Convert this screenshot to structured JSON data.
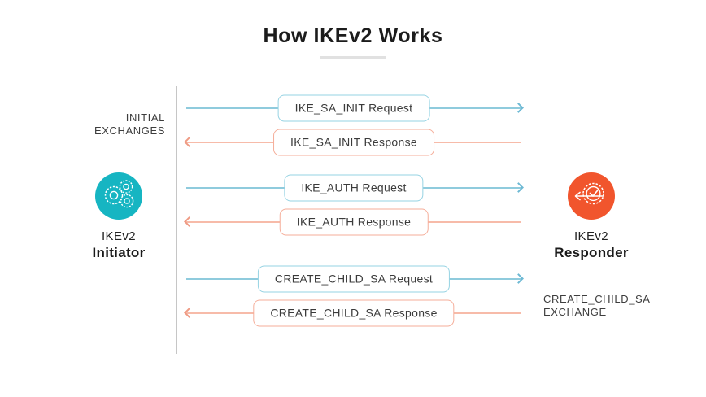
{
  "title": "How IKEv2 Works",
  "colors": {
    "teal": "#16b5c2",
    "orange": "#f1552d",
    "blue_line": "#8fcbdd",
    "blue_head": "#6db9d4",
    "blue_border": "#96d3e3",
    "salmon_line": "#f7bba9",
    "salmon_head": "#ef9b84",
    "salmon_border": "#f5ae9a",
    "rail": "#c6c6c6",
    "text_dark": "#222222",
    "text_label": "#3d3d3d",
    "underline": "#e1e1e1"
  },
  "group_labels": {
    "left": "INITIAL\nEXCHANGES",
    "right": "CREATE_CHILD_SA\nEXCHANGE"
  },
  "endpoints": {
    "initiator": {
      "name": "IKEv2",
      "role": "Initiator",
      "icon": "gears-icon"
    },
    "responder": {
      "name": "IKEv2",
      "role": "Responder",
      "icon": "verified-gear-icon"
    }
  },
  "messages": [
    {
      "label": "IKE_SA_INIT Request",
      "direction": "right",
      "type": "request"
    },
    {
      "label": "IKE_SA_INIT Response",
      "direction": "left",
      "type": "response"
    },
    {
      "label": "IKE_AUTH Request",
      "direction": "right",
      "type": "request"
    },
    {
      "label": "IKE_AUTH Response",
      "direction": "left",
      "type": "response"
    },
    {
      "label": "CREATE_CHILD_SA Request",
      "direction": "right",
      "type": "request"
    },
    {
      "label": "CREATE_CHILD_SA Response",
      "direction": "left",
      "type": "response"
    }
  ]
}
